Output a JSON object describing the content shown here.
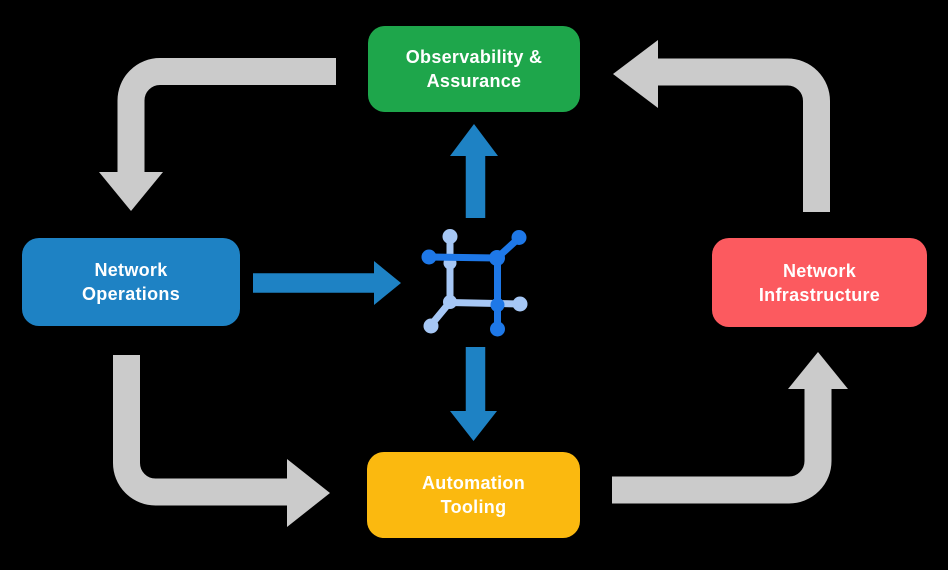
{
  "background_color": "#000000",
  "text_color": "#FFFFFF",
  "boxes": {
    "observability": {
      "line1": "Observability &",
      "line2": "Assurance",
      "color": "#1EA64B"
    },
    "operations": {
      "line1": "Network",
      "line2": "Operations",
      "color": "#1E82C4"
    },
    "infrastructure": {
      "line1": "Network",
      "line2": "Infrastructure",
      "color": "#FC5A5F"
    },
    "automation": {
      "line1": "Automation",
      "line2": "Tooling",
      "color": "#FBB90F"
    }
  },
  "arrows": {
    "cycle_color": "#CBCBCB",
    "hub_color": "#1E82C4",
    "cycle": [
      {
        "from": "Observability & Assurance",
        "to": "Network Operations"
      },
      {
        "from": "Network Operations",
        "to": "Automation Tooling"
      },
      {
        "from": "Automation Tooling",
        "to": "Network Infrastructure"
      },
      {
        "from": "Network Infrastructure",
        "to": "Observability & Assurance"
      }
    ],
    "hub_links": [
      {
        "from": "Network Operations",
        "to": "hub-icon",
        "direction": "right"
      },
      {
        "from": "hub-icon",
        "to": "Observability & Assurance",
        "direction": "up"
      },
      {
        "from": "hub-icon",
        "to": "Automation Tooling",
        "direction": "down"
      }
    ]
  },
  "hub_icon": {
    "label": "network-automation-icon",
    "dark_color": "#1E78E8",
    "light_color": "#A6C7F5"
  }
}
